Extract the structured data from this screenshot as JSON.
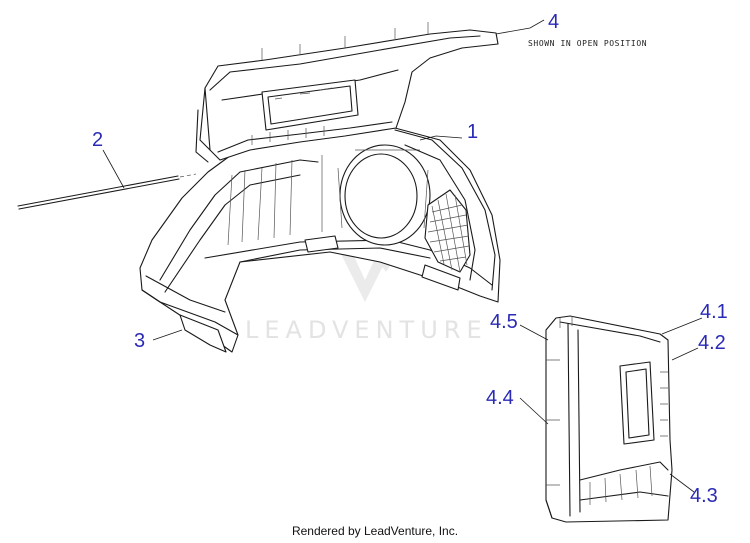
{
  "callouts": {
    "c1": "1",
    "c2": "2",
    "c3": "3",
    "c4": "4",
    "c41": "4.1",
    "c42": "4.2",
    "c43": "4.3",
    "c44": "4.4",
    "c45": "4.5"
  },
  "note": "SHOWN IN OPEN POSITION",
  "watermark": "LEADVENTURE",
  "footer": "Rendered by LeadVenture, Inc.",
  "colors": {
    "callout": "#2a2ab5",
    "line": "#1a1a1a",
    "watermark": "#e3e3e3"
  },
  "icons": {
    "watermark_mark": "leadventure-logo-icon"
  }
}
